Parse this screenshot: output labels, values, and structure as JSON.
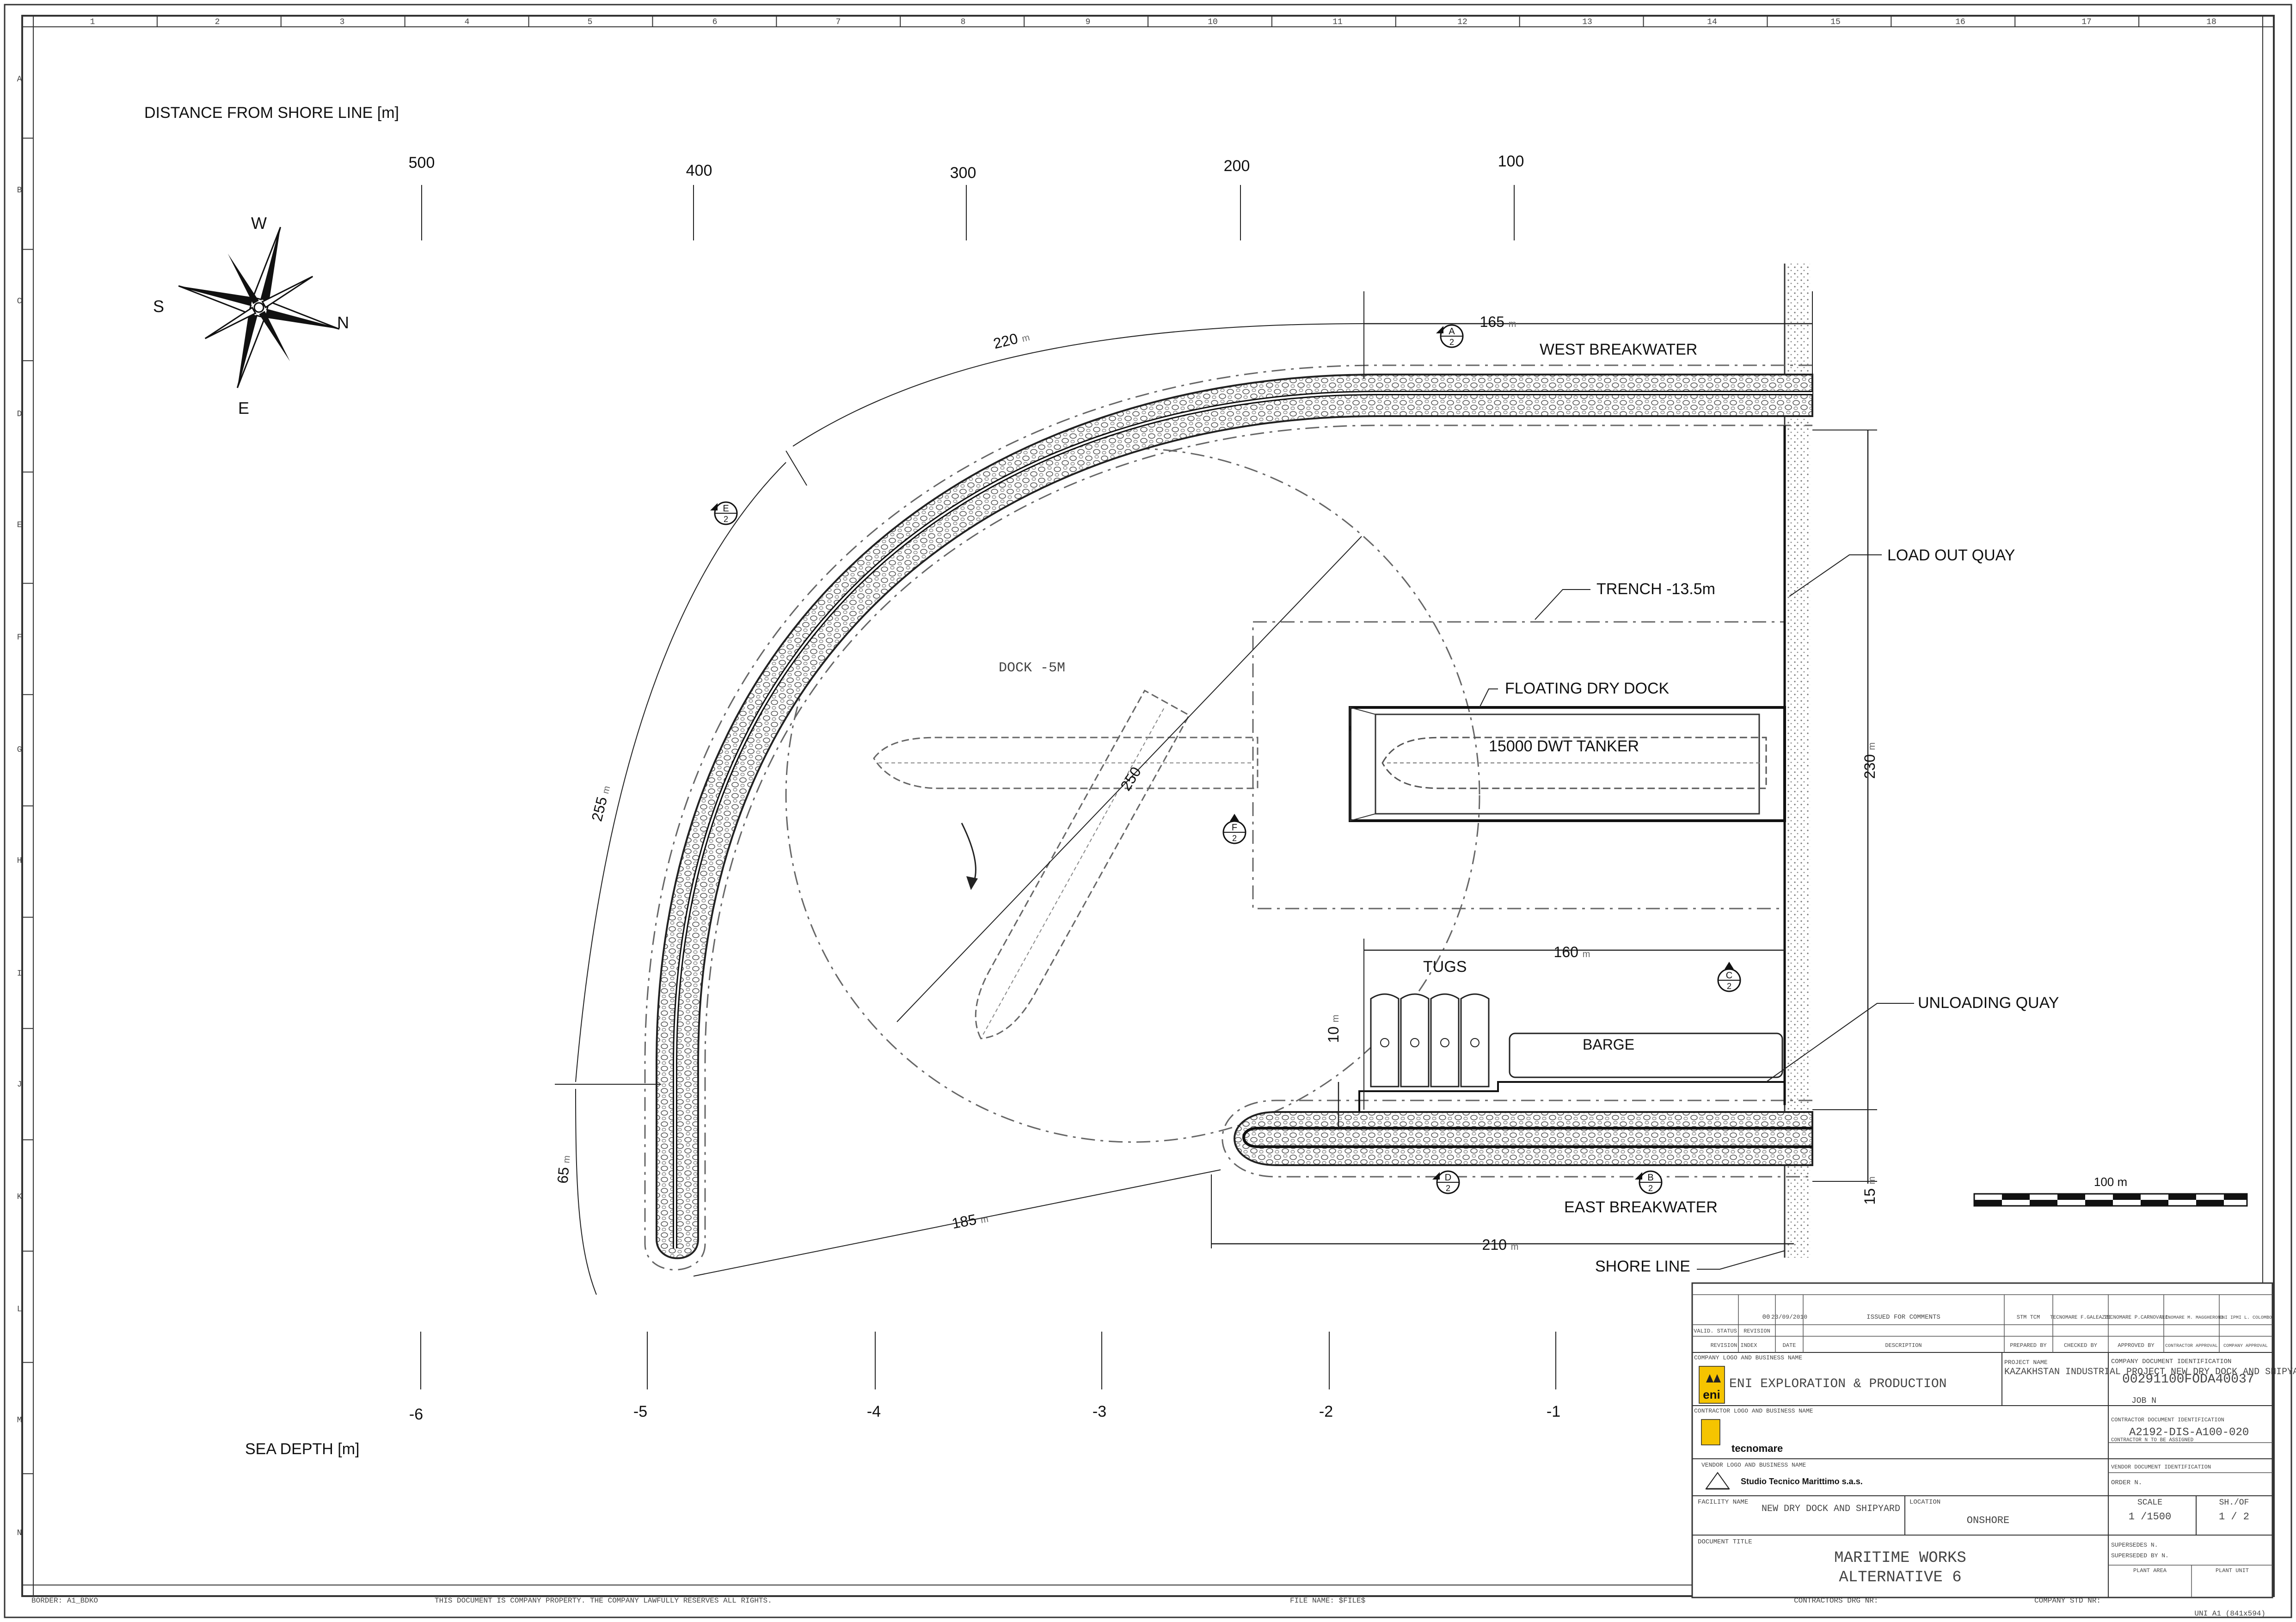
{
  "drawing": {
    "distance_title": "DISTANCE FROM SHORE LINE [m]",
    "distance_marks": [
      "500",
      "400",
      "300",
      "200",
      "100"
    ],
    "depth_title": "SEA DEPTH [m]",
    "depth_marks": [
      "-6",
      "-5",
      "-4",
      "-3",
      "-2",
      "-1"
    ],
    "compass": {
      "n": "N",
      "s": "S",
      "e": "E",
      "w": "W"
    },
    "labels": {
      "west_breakwater": "WEST BREAKWATER",
      "east_breakwater": "EAST BREAKWATER",
      "load_out_quay": "LOAD OUT QUAY",
      "trench": "TRENCH -13.5m",
      "floating_dry_dock": "FLOATING DRY DOCK",
      "tanker": "15000 DWT TANKER",
      "dock": "DOCK -5M",
      "tugs": "TUGS",
      "barge": "BARGE",
      "unloading_quay": "UNLOADING QUAY",
      "shore_line": "SHORE LINE"
    },
    "dimensions": {
      "d165": "165",
      "d220": "220",
      "d255": "255",
      "d65": "65",
      "d185": "185",
      "d210": "210",
      "d160": "160",
      "d230": "230",
      "d15": "15",
      "d10": "10",
      "d250": "250",
      "unit": "m"
    },
    "section_markers": [
      {
        "letter": "A",
        "num": "2"
      },
      {
        "letter": "E",
        "num": "2"
      },
      {
        "letter": "F",
        "num": "2"
      },
      {
        "letter": "C",
        "num": "2"
      },
      {
        "letter": "D",
        "num": "2"
      },
      {
        "letter": "B",
        "num": "2"
      }
    ],
    "scale_bar_label": "100 m"
  },
  "frame": {
    "columns": [
      "1",
      "2",
      "3",
      "4",
      "5",
      "6",
      "7",
      "8",
      "9",
      "10",
      "11",
      "12",
      "13",
      "14",
      "15",
      "16",
      "17",
      "18"
    ],
    "rows": [
      "A",
      "B",
      "C",
      "D",
      "E",
      "F",
      "G",
      "H",
      "I",
      "J",
      "K",
      "L",
      "M",
      "N"
    ],
    "footer_border": "BORDER: A1_BDKO",
    "footer_property": "THIS DOCUMENT IS COMPANY PROPERTY. THE COMPANY LAWFULLY RESERVES ALL RIGHTS.",
    "footer_file": "FILE NAME: $FILE$",
    "footer_contractor_drg": "CONTRACTORS DRG NR:",
    "footer_company_std": "COMPANY STD NR:",
    "footer_sheet_size": "UNI A1 (841x594)"
  },
  "title_block": {
    "revision": {
      "index": "00",
      "date": "23/09/2010",
      "description": "ISSUED FOR COMMENTS",
      "prepared": "STM TCM",
      "checked": "TECNOMARE F.GALEAZZI",
      "approved": "TECNOMARE P.CARNOVALI",
      "contractor_approval": "TECNOMARE M. MAGGHERONI",
      "company_approval": "ENI IPMI L. COLOMBO"
    },
    "rev_headers": {
      "valid": "VALID. STATUS",
      "revision": "REVISION",
      "rev_index": "REVISION INDEX",
      "date": "DATE",
      "description": "DESCRIPTION",
      "prepared": "PREPARED BY",
      "checked": "CHECKED BY",
      "approved": "APPROVED BY",
      "contractor": "CONTRACTOR APPROVAL",
      "company": "COMPANY APPROVAL"
    },
    "company_logo_label": "COMPANY LOGO AND BUSINESS NAME",
    "company_name": "ENI EXPLORATION & PRODUCTION",
    "project_name_label": "PROJECT NAME",
    "project_name": "KAZAKHSTAN INDUSTRIAL PROJECT NEW DRY DOCK AND SHIPYARD",
    "job_label": "JOB N",
    "company_doc_id_label": "COMPANY DOCUMENT IDENTIFICATION",
    "company_doc_id": "00291100FODA40037",
    "contractor_logo_label": "CONTRACTOR LOGO AND BUSINESS NAME",
    "contractor_name": "tecnomare",
    "contractor_doc_id_label": "CONTRACTOR DOCUMENT IDENTIFICATION",
    "contractor_doc_id": "A2192-DIS-A100-020",
    "contractor_note": "CONTRACTOR N TO BE ASSIGNED",
    "vendor_logo_label": "VENDOR LOGO AND BUSINESS NAME",
    "vendor_name": "Studio Tecnico Marittimo s.a.s.",
    "vendor_doc_id_label": "VENDOR DOCUMENT IDENTIFICATION",
    "order_label": "ORDER N.",
    "facility_label": "FACILITY NAME",
    "facility_name": "NEW DRY DOCK AND SHIPYARD",
    "location_label": "LOCATION",
    "location": "ONSHORE",
    "scale_label": "SCALE",
    "scale": "1 /1500",
    "sheet_label": "SH./OF",
    "sheet": "1 / 2",
    "doc_title_label": "DOCUMENT TITLE",
    "doc_title_1": "MARITIME WORKS",
    "doc_title_2": "ALTERNATIVE 6",
    "supersedes": "SUPERSEDES N.",
    "superseded_by": "SUPERSEDED BY N.",
    "plant_area": "PLANT AREA",
    "plant_unit": "PLANT UNIT",
    "logo_text": "eni"
  }
}
